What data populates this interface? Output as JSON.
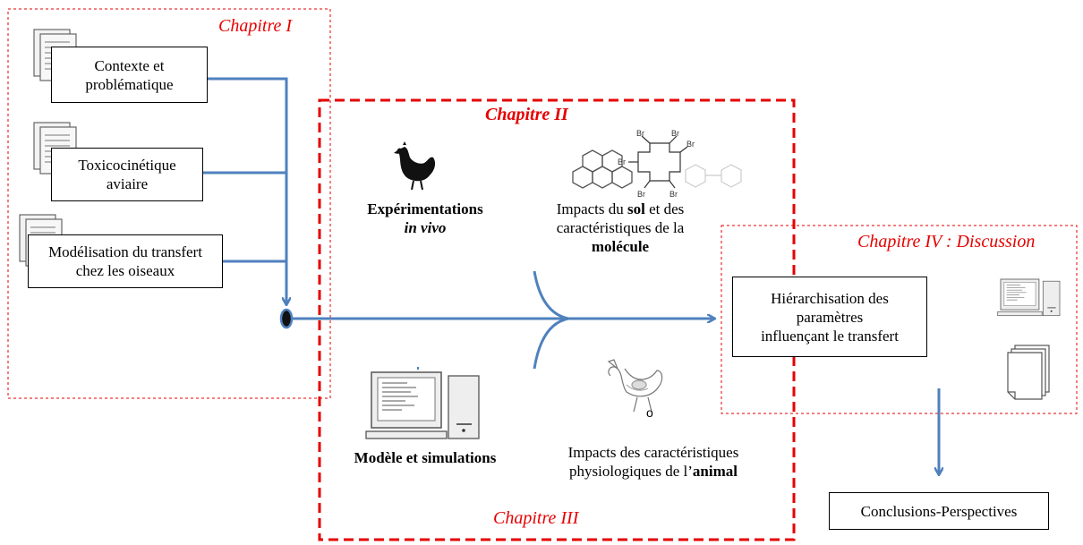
{
  "chapters": {
    "c1": "Chapitre I",
    "c2": "Chapitre II",
    "c3": "Chapitre III",
    "c4": "Chapitre IV  : Discussion"
  },
  "left_boxes": [
    {
      "line1": "Contexte et",
      "line2": "problématique"
    },
    {
      "line1": "Toxicocinétique",
      "line2": "aviaire"
    },
    {
      "line1": "Modélisation du transfert",
      "line2": "chez les oiseaux"
    }
  ],
  "experiments": {
    "line1": "Expérimentations",
    "line2": "in vivo"
  },
  "soil": {
    "pre": "Impacts du ",
    "b1": "sol",
    "mid": " et des",
    "line2": "caractéristiques de la",
    "b2": "molécule"
  },
  "model": "Modèle et simulations",
  "animal": {
    "line1": "Impacts des caractéristiques",
    "pre": "physiologiques de l’",
    "b": "animal"
  },
  "hierarchy": {
    "line1": "Hiérarchisation des",
    "line2": "paramètres",
    "line3": "influençant le transfert"
  },
  "conclusions": "Conclusions-Perspectives",
  "molecule_label": "Br",
  "small_mark": "o",
  "icons": [
    "document-stack-icon",
    "chicken-icon",
    "bromine-molecule-icon",
    "pah-molecule-icon",
    "computer-icon",
    "chicken-anatomy-icon",
    "paper-stack-icon"
  ],
  "colors": {
    "chapter": "#e60000",
    "arrow": "#4f81bd"
  }
}
